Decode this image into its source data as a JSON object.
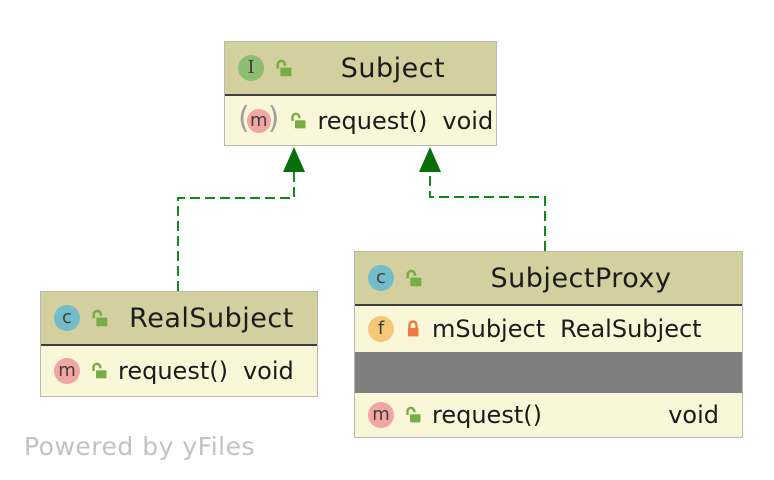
{
  "colors": {
    "canvas-bg": "#ffffff",
    "node-header-bg": "#d3cf9f",
    "node-body-bg": "#f9f7d8",
    "node-border": "#b9b9b2",
    "divider": "#3f3f3f",
    "separator-bar": "#7f7f7f",
    "edge-green": "#0f8c15",
    "arrow-green": "#076e0a",
    "interface-icon-bg": "#8dbd70",
    "class-icon-bg": "#72bdc9",
    "method-icon-bg": "#f2a6a3",
    "field-icon-bg": "#f5c879",
    "lock-open": "#76ad45",
    "lock-closed": "#ed7742",
    "text": "#1b1b1b",
    "paren": "#a0a0a0",
    "watermark": "#c2c2c2"
  },
  "icons": {
    "interface_letter": "I",
    "class_letter": "c",
    "method_letter": "m",
    "field_letter": "f",
    "paren_open": "(",
    "paren_close": ")"
  },
  "nodes": {
    "subject": {
      "title": "Subject",
      "members": [
        {
          "name": "request()",
          "type": "void"
        }
      ]
    },
    "real_subject": {
      "title": "RealSubject",
      "members": [
        {
          "name": "request()",
          "type": "void"
        }
      ]
    },
    "subject_proxy": {
      "title": "SubjectProxy",
      "fields": [
        {
          "name": "mSubject",
          "type": "RealSubject"
        }
      ],
      "members": [
        {
          "name": "request()",
          "type": "void"
        }
      ]
    }
  },
  "watermark": {
    "text": "Powered by yFiles"
  }
}
